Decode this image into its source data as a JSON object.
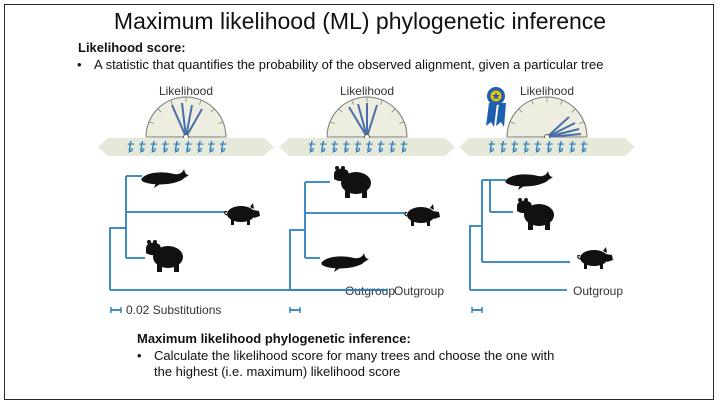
{
  "slide": {
    "title": "Maximum likelihood (ML) phylogenetic inference",
    "section1": {
      "heading": "Likelihood score:",
      "bullet": "A statistic that quantifies the probability of the observed alignment, given a particular tree"
    },
    "section2": {
      "heading": "Maximum likelihood phylogenetic inference:",
      "bullet_line1": "Calculate the likelihood score for many trees and choose the one with",
      "bullet_line2": "the highest (i.e. maximum) likelihood score"
    },
    "bullet_glyph": "•"
  },
  "figure": {
    "gauge_label": "Likelihood",
    "outgroup_label": "Outgroup",
    "scale_label": "0.02 Substitutions",
    "best_tree_badge": "blue-ribbon-icon",
    "trees": [
      {
        "name": "tree-1",
        "taxa_top_to_bottom": [
          "whale",
          "pig",
          "hippo"
        ]
      },
      {
        "name": "tree-2",
        "taxa_top_to_bottom": [
          "hippo",
          "pig",
          "whale"
        ]
      },
      {
        "name": "tree-3",
        "taxa_top_to_bottom": [
          "whale",
          "hippo",
          "pig"
        ],
        "best": true
      }
    ],
    "colors": {
      "branch": "#2a7fc1",
      "gauge_fill": "#eeeee0",
      "needle": "#4a6fa8",
      "alignment_band": "#e6e8da",
      "ribbon": "#1f5fb0",
      "medal": "#f2c200"
    }
  }
}
